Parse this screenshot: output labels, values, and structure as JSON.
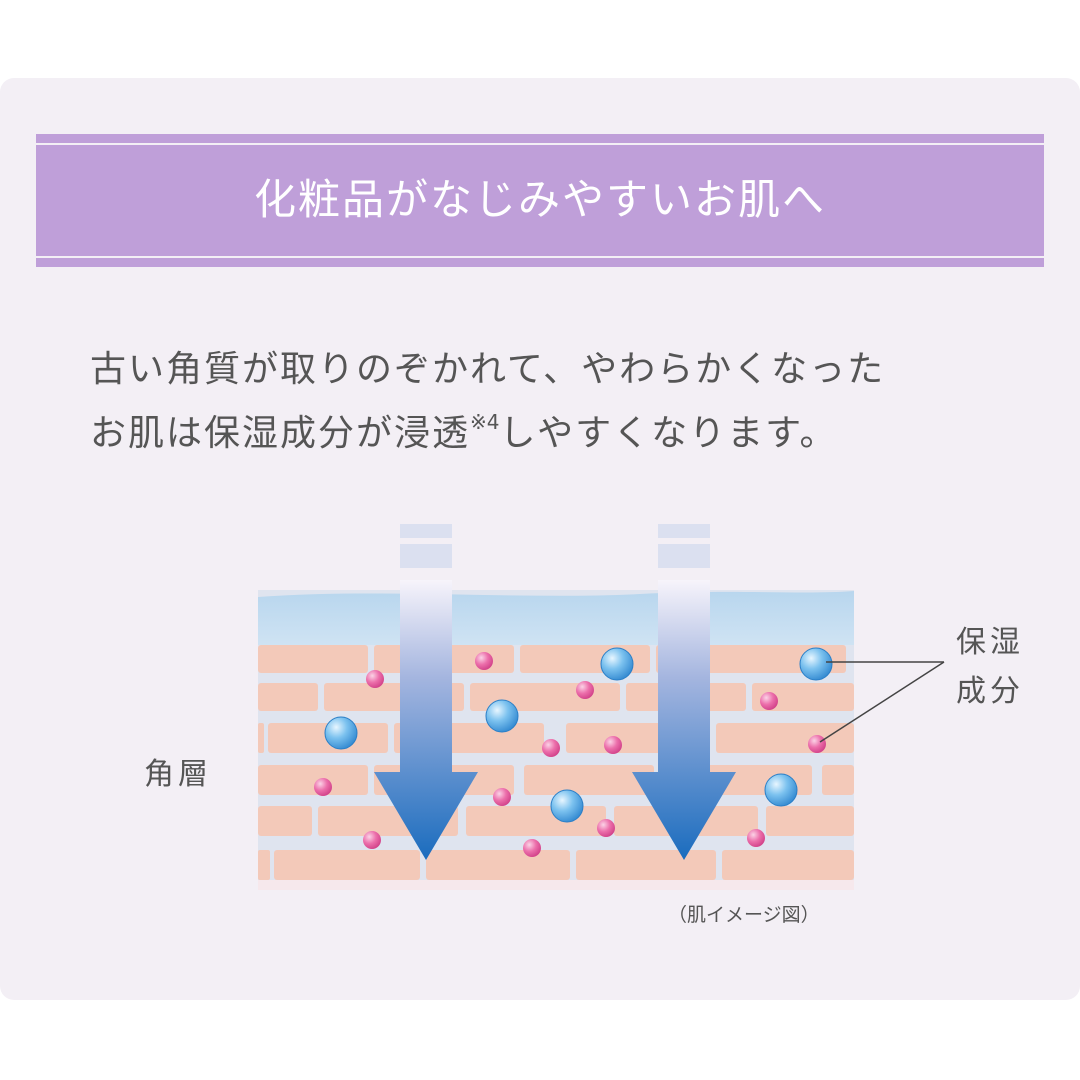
{
  "banner": {
    "title": "化粧品がなじみやすいお肌へ"
  },
  "description": {
    "line1": "古い角質が取りのぞかれて、やわらかくなった",
    "line2_before": "お肌は保湿成分が浸透",
    "footnote_mark": "※4",
    "line2_after": "しやすくなります。"
  },
  "diagram": {
    "label_left": "角層",
    "label_right_line1": "保湿",
    "label_right_line2": "成分",
    "caption": "（肌イメージ図）"
  },
  "colors": {
    "banner": "#bf9fd9",
    "background": "#f3eff5",
    "skin_cells": "#f3c9b9",
    "mortar": "#dfe4ef",
    "water_layer": "#c4ddf0",
    "arrow": "#1d6fc0",
    "blue_particle": "#4fa3e0",
    "pink_particle": "#e2559a"
  }
}
